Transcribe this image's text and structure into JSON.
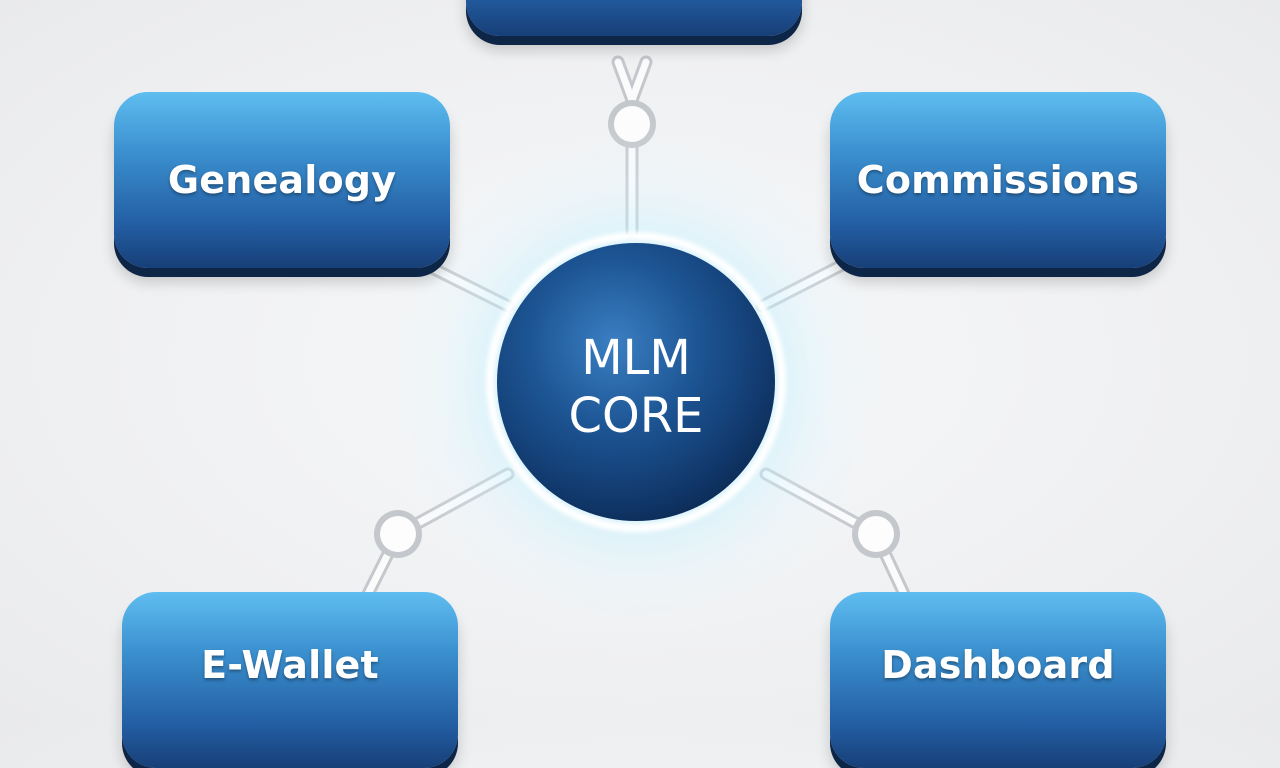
{
  "core": {
    "line1": "MLM",
    "line2": "CORE"
  },
  "nodes": {
    "top": "",
    "genealogy": "Genealogy",
    "commissions": "Commissions",
    "ewallet": "E-Wallet",
    "dashboard": "Dashboard"
  },
  "colors": {
    "node_top": "#5fbdf0",
    "node_bottom": "#173f78",
    "core": "#15467f",
    "glow": "#8fe6ff",
    "connector": "#c4c7cb"
  }
}
